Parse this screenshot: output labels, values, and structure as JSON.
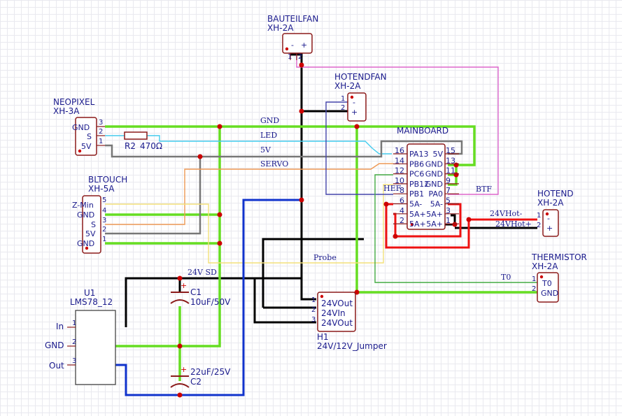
{
  "components": {
    "bauteilfan": {
      "name": "BAUTEILFAN",
      "type": "XH-2A",
      "pins": [
        "-",
        "+"
      ],
      "pin_numbers": [
        "1",
        "2"
      ]
    },
    "hotendfan": {
      "name": "HOTENDFAN",
      "type": "XH-2A",
      "pins": [
        "-",
        "+"
      ],
      "pin_numbers": [
        "1",
        "2"
      ]
    },
    "neopixel": {
      "name": "NEOPIXEL",
      "type": "XH-3A",
      "pins": [
        "GND",
        "S",
        "5V"
      ],
      "pin_numbers": [
        "3",
        "2",
        "1"
      ]
    },
    "bltouch": {
      "name": "BLTOUCH",
      "type": "XH-5A",
      "pins": [
        "Z-Min",
        "GND",
        "S",
        "5V",
        "GND"
      ],
      "pin_numbers": [
        "5",
        "4",
        "3",
        "2",
        "1"
      ]
    },
    "mainboard": {
      "name": "MAINBOARD",
      "left_pin_numbers": [
        "16",
        "14",
        "12",
        "10",
        "8",
        "6",
        "4",
        "2"
      ],
      "right_pin_numbers": [
        "15",
        "13",
        "11",
        "9",
        "7",
        "5",
        "3",
        "1"
      ],
      "left_labels": [
        "PA13",
        "PB6",
        "PC6",
        "PB12",
        "PB1",
        "5A-",
        "5A+",
        "5A+"
      ],
      "right_labels": [
        "5V",
        "GND",
        "GND",
        "GND",
        "PA0",
        "5A-",
        "5A+",
        "5A+"
      ]
    },
    "hotend": {
      "name": "HOTEND",
      "type": "XH-2A",
      "pins": [
        "-",
        "+"
      ],
      "pin_numbers": [
        "1",
        "2"
      ]
    },
    "thermistor": {
      "name": "THERMISTOR",
      "type": "XH-2A",
      "pins": [
        "T0",
        "GND"
      ],
      "pin_numbers": [
        "1",
        "2"
      ]
    },
    "u1": {
      "name": "U1",
      "type": "LMS78_12",
      "pins": [
        "In",
        "GND",
        "Out"
      ],
      "pin_numbers": [
        "1",
        "2",
        "3"
      ]
    },
    "h1": {
      "name": "H1",
      "type": "24V/12V_Jumper",
      "pins": [
        "24VOut",
        "24VIn",
        "24VOut"
      ],
      "pin_numbers": [
        "1",
        "2",
        "3"
      ]
    },
    "c1": {
      "name": "C1",
      "value": "10uF/50V"
    },
    "c2": {
      "name": "C2",
      "value": "22uF/25V"
    },
    "r2": {
      "name": "R2",
      "value": "470Ω"
    }
  },
  "nets": {
    "gnd": "GND",
    "led": "LED",
    "v5": "5V",
    "servo": "SERVO",
    "hef": "HEF",
    "btf": "BTF",
    "probe": "Probe",
    "v24sd": "24V SD",
    "v24hot_minus": "24VHot-",
    "v24hot_plus": "24VHot+",
    "t0": "T0"
  },
  "wire_colors": {
    "gnd": "#66dd22",
    "led": "#44ccee",
    "v5": "#777777",
    "servo": "#ee9955",
    "probe": "#f3e07a",
    "btf": "#dd66cc",
    "hef": "#4444aa",
    "t0": "#44aa44",
    "v24": "#000000",
    "v12": "#1133cc",
    "heater": "#ee1111"
  }
}
